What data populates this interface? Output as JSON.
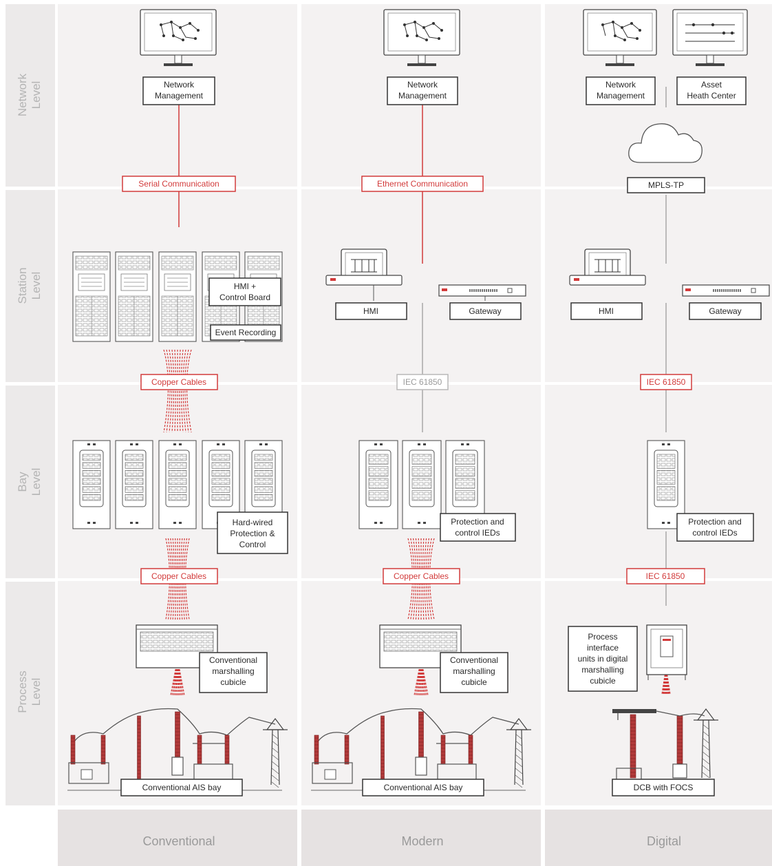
{
  "levels": {
    "network": [
      "Network",
      "Level"
    ],
    "station": [
      "Station",
      "Level"
    ],
    "bay": [
      "Bay",
      "Level"
    ],
    "process": [
      "Process",
      "Level"
    ]
  },
  "columns": {
    "conventional": "Conventional",
    "modern": "Modern",
    "digital": "Digital"
  },
  "conventional": {
    "network_mgmt": [
      "Network",
      "Management"
    ],
    "comm": "Serial Communication",
    "hmi_board": [
      "HMI +",
      "Control Board"
    ],
    "event_recording": "Event Recording",
    "copper_1": "Copper Cables",
    "hardwired": [
      "Hard-wired",
      "Protection &",
      "Control"
    ],
    "copper_2": "Copper Cables",
    "marshalling": [
      "Conventional",
      "marshalling",
      "cubicle"
    ],
    "bay": "Conventional AIS bay"
  },
  "modern": {
    "network_mgmt": [
      "Network",
      "Management"
    ],
    "comm": "Ethernet Communication",
    "hmi": "HMI",
    "gateway": "Gateway",
    "iec_1": "IEC 61850",
    "ieds": [
      "Protection and",
      "control IEDs"
    ],
    "copper_2": "Copper Cables",
    "marshalling": [
      "Conventional",
      "marshalling",
      "cubicle"
    ],
    "bay": "Conventional AIS bay"
  },
  "digital": {
    "network_mgmt": [
      "Network",
      "Management"
    ],
    "asset_health": [
      "Asset",
      "Heath Center"
    ],
    "mpls": "MPLS-TP",
    "hmi": "HMI",
    "gateway": "Gateway",
    "iec_1": "IEC 61850",
    "ieds": [
      "Protection and",
      "control IEDs"
    ],
    "iec_2": "IEC 61850",
    "piu": [
      "Process",
      "interface",
      "units in digital",
      "marshalling",
      "cubicle"
    ],
    "bay": "DCB with FOCS"
  },
  "colors": {
    "accent_red": "#d23a3a",
    "panel_bg": "#f4f2f2",
    "footer_bg": "#e6e2e2",
    "line_gray": "#a8a8a8"
  }
}
